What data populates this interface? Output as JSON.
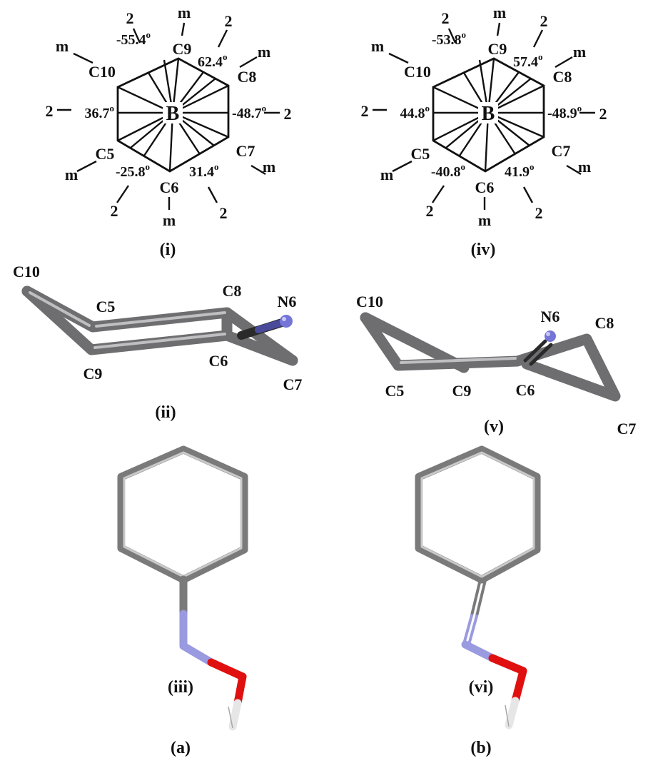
{
  "panels": {
    "p1": {
      "caption": "(i)",
      "center": "B",
      "atoms": {
        "C5": "C5",
        "C6": "C6",
        "C7": "C7",
        "C8": "C8",
        "C9": "C9",
        "C10": "C10"
      },
      "angles": {
        "a_c9_c10": "-55.4",
        "a_c9_c8": "62.4",
        "a_left": "36.7",
        "a_right": "-48.7",
        "a_c5_c6": "-25.8",
        "a_c6_c7": "31.4"
      },
      "degree_mark": "o",
      "substituent_labels": {
        "m": "m",
        "two": "2"
      }
    },
    "p4": {
      "caption": "(iv)",
      "center": "B",
      "atoms": {
        "C5": "C5",
        "C6": "C6",
        "C7": "C7",
        "C8": "C8",
        "C9": "C9",
        "C10": "C10"
      },
      "angles": {
        "a_c9_c10": "-53.8",
        "a_c9_c8": "57.4",
        "a_left": "44.8",
        "a_right": "-48.9",
        "a_c5_c6": "-40.8",
        "a_c6_c7": "41.9"
      },
      "degree_mark": "o",
      "substituent_labels": {
        "m": "m",
        "two": "2"
      }
    },
    "p2": {
      "caption": "(ii)",
      "atoms": {
        "C10": "C10",
        "C5": "C5",
        "C9": "C9",
        "C8": "C8",
        "C6": "C6",
        "C7": "C7",
        "N6": "N6"
      }
    },
    "p5": {
      "caption": "(v)",
      "atoms": {
        "C10": "C10",
        "C5": "C5",
        "C9": "C9",
        "C6": "C6",
        "C8": "C8",
        "C7": "C7",
        "N6": "N6"
      }
    },
    "p3": {
      "caption": "(iii)",
      "sub_caption": "(a)"
    },
    "p6": {
      "caption": "(vi)",
      "sub_caption": "(b)"
    }
  },
  "colors": {
    "carbon": "#7a7a7a",
    "nitrogen": "#9a9ae0",
    "oxygen": "#e01010",
    "hydrogen": "#e6e6e6",
    "n_atom_sphere": "#6a6ad6"
  }
}
